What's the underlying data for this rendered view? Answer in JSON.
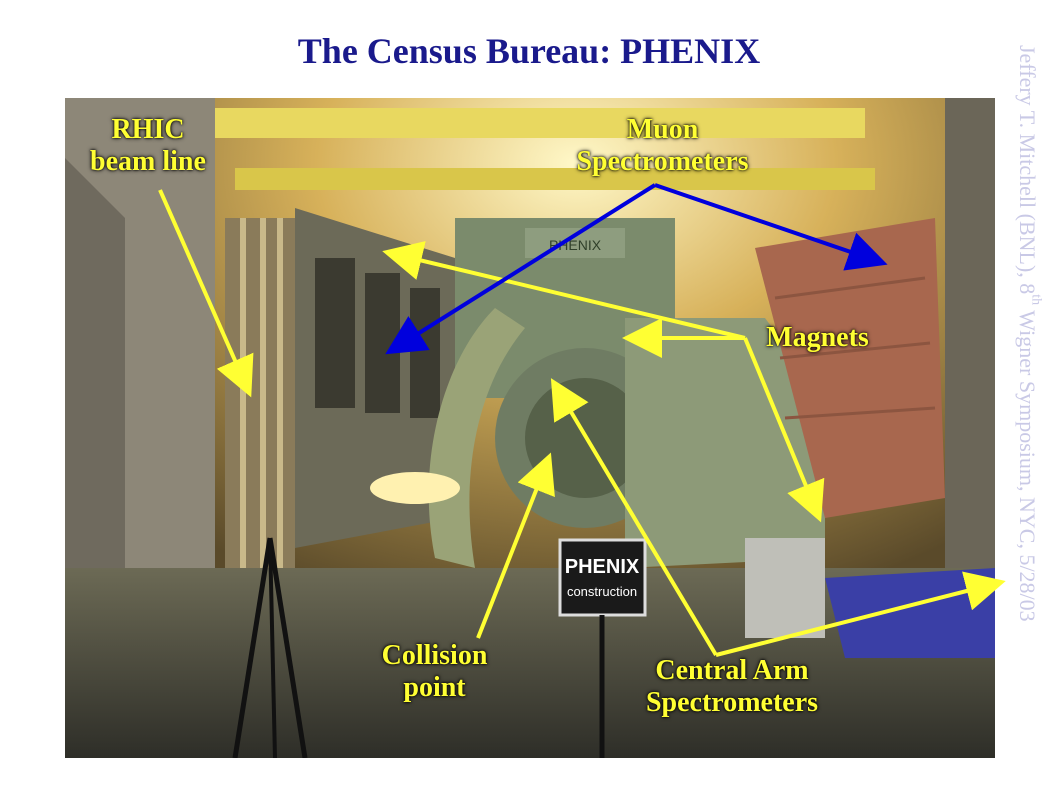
{
  "title": "The Census Bureau: PHENIX",
  "labels": {
    "rhic": [
      "RHIC",
      "beam line"
    ],
    "muon": [
      "Muon",
      "Spectrometers"
    ],
    "magnets": "Magnets",
    "collision": [
      "Collision",
      "point"
    ],
    "central": [
      "Central Arm",
      "Spectrometers"
    ]
  },
  "sign": {
    "line1": "PHENIX",
    "line2": "construction"
  },
  "logo_text": "PHENIX",
  "credit": {
    "before": "Jeffery T. Mitchell (BNL), 8",
    "sup": "th",
    "after": " Wigner Symposium, NYC, 5/28/03"
  },
  "colors": {
    "title": "#1a1a8c",
    "yellow_arrow": "#ffff33",
    "blue_arrow": "#0000dd",
    "credit": "#c9c9e6"
  }
}
